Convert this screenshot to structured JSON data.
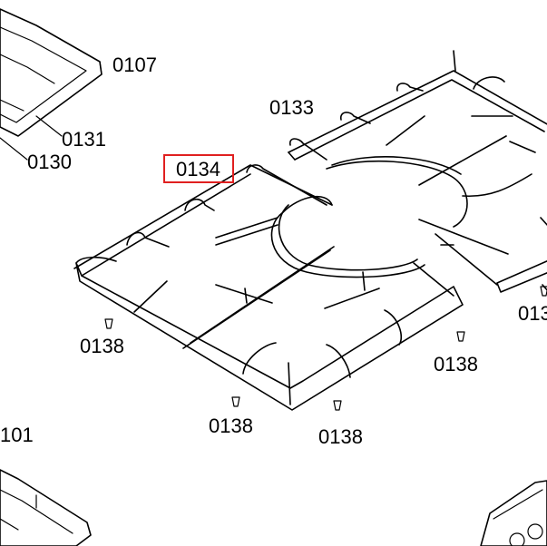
{
  "labels": {
    "l0107": "0107",
    "l0131": "0131",
    "l0130": "0130",
    "l0133": "0133",
    "l0134": "0134",
    "l0138a": "0138",
    "l0138b": "0138",
    "l0138c": "0138",
    "l0138d": "0138",
    "l0101": "101",
    "l013r": "013"
  },
  "highlighted_part": "0134",
  "colors": {
    "highlight": "#e02020",
    "line": "#000000",
    "background": "#ffffff"
  }
}
